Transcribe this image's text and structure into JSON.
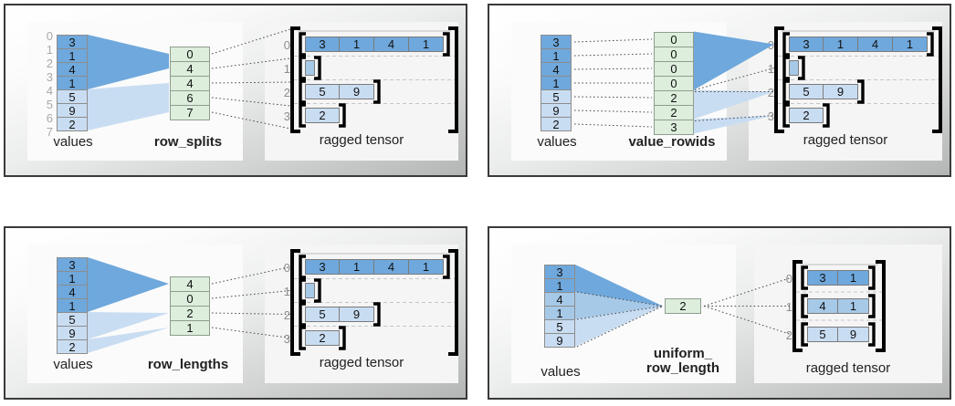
{
  "colors": {
    "blue_dark": "#6fa8dc",
    "blue_mid": "#a7c9e8",
    "blue_light": "#c9ddf2",
    "green": "#ddeedd",
    "panel_border": "#3a3a3a",
    "bracket": "#000000",
    "index_gray": "#a9a9a9"
  },
  "panels": [
    {
      "id": "row_splits",
      "encoding_label": "row_splits",
      "values_label": "values",
      "tensor_label": "ragged tensor",
      "values": [
        3,
        1,
        4,
        1,
        5,
        9,
        2
      ],
      "value_gutter_indices": [
        0,
        1,
        2,
        3,
        4,
        5,
        6,
        7
      ],
      "encoding_values": [
        0,
        4,
        4,
        6,
        7
      ],
      "row_indices": [
        0,
        1,
        2,
        3
      ],
      "rows": [
        [
          3,
          1,
          4,
          1
        ],
        [],
        [
          5,
          9
        ],
        [
          2
        ]
      ]
    },
    {
      "id": "value_rowids",
      "encoding_label": "value_rowids",
      "values_label": "values",
      "tensor_label": "ragged tensor",
      "values": [
        3,
        1,
        4,
        1,
        5,
        9,
        2
      ],
      "value_gutter_indices": [],
      "encoding_values": [
        0,
        0,
        0,
        0,
        2,
        2,
        3
      ],
      "row_indices": [
        0,
        1,
        2,
        3
      ],
      "rows": [
        [
          3,
          1,
          4,
          1
        ],
        [],
        [
          5,
          9
        ],
        [
          2
        ]
      ]
    },
    {
      "id": "row_lengths",
      "encoding_label": "row_lengths",
      "values_label": "values",
      "tensor_label": "ragged tensor",
      "values": [
        3,
        1,
        4,
        1,
        5,
        9,
        2
      ],
      "value_gutter_indices": [],
      "encoding_values": [
        4,
        0,
        2,
        1
      ],
      "row_indices": [
        0,
        1,
        2,
        3
      ],
      "rows": [
        [
          3,
          1,
          4,
          1
        ],
        [],
        [
          5,
          9
        ],
        [
          2
        ]
      ]
    },
    {
      "id": "uniform_row_length",
      "encoding_label": "uniform_\nrow_length",
      "values_label": "values",
      "tensor_label": "ragged tensor",
      "values": [
        3,
        1,
        4,
        1,
        5,
        9
      ],
      "value_gutter_indices": [],
      "encoding_values": [
        2
      ],
      "row_indices": [
        0,
        1,
        2
      ],
      "rows": [
        [
          3,
          1
        ],
        [
          4,
          1
        ],
        [
          5,
          9
        ]
      ]
    }
  ]
}
